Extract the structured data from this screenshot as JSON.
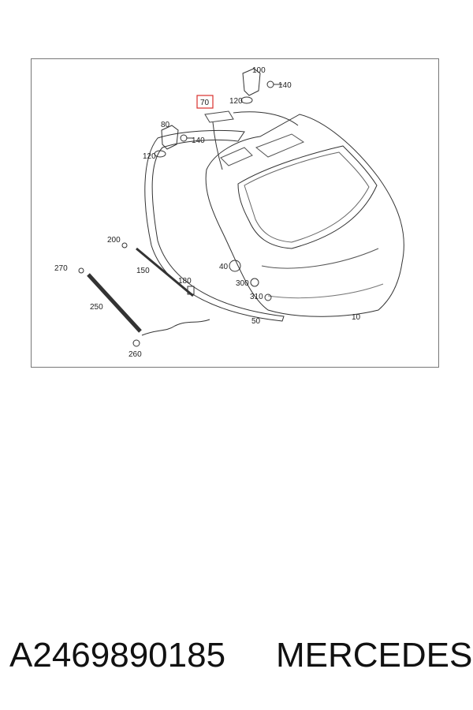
{
  "diagram": {
    "callouts": {
      "c100": "100",
      "c140a": "140",
      "c70": "70",
      "c120a": "120",
      "c80": "80",
      "c140b": "140",
      "c120b": "120",
      "c200": "200",
      "c270": "270",
      "c150": "150",
      "c40": "40",
      "c180": "180",
      "c300": "300",
      "c310": "310",
      "c250": "250",
      "c50": "50",
      "c10": "10",
      "c260": "260"
    },
    "highlight_color": "#d9302c"
  },
  "caption": {
    "part_number": "A2469890185",
    "brand": "MERCEDES"
  }
}
